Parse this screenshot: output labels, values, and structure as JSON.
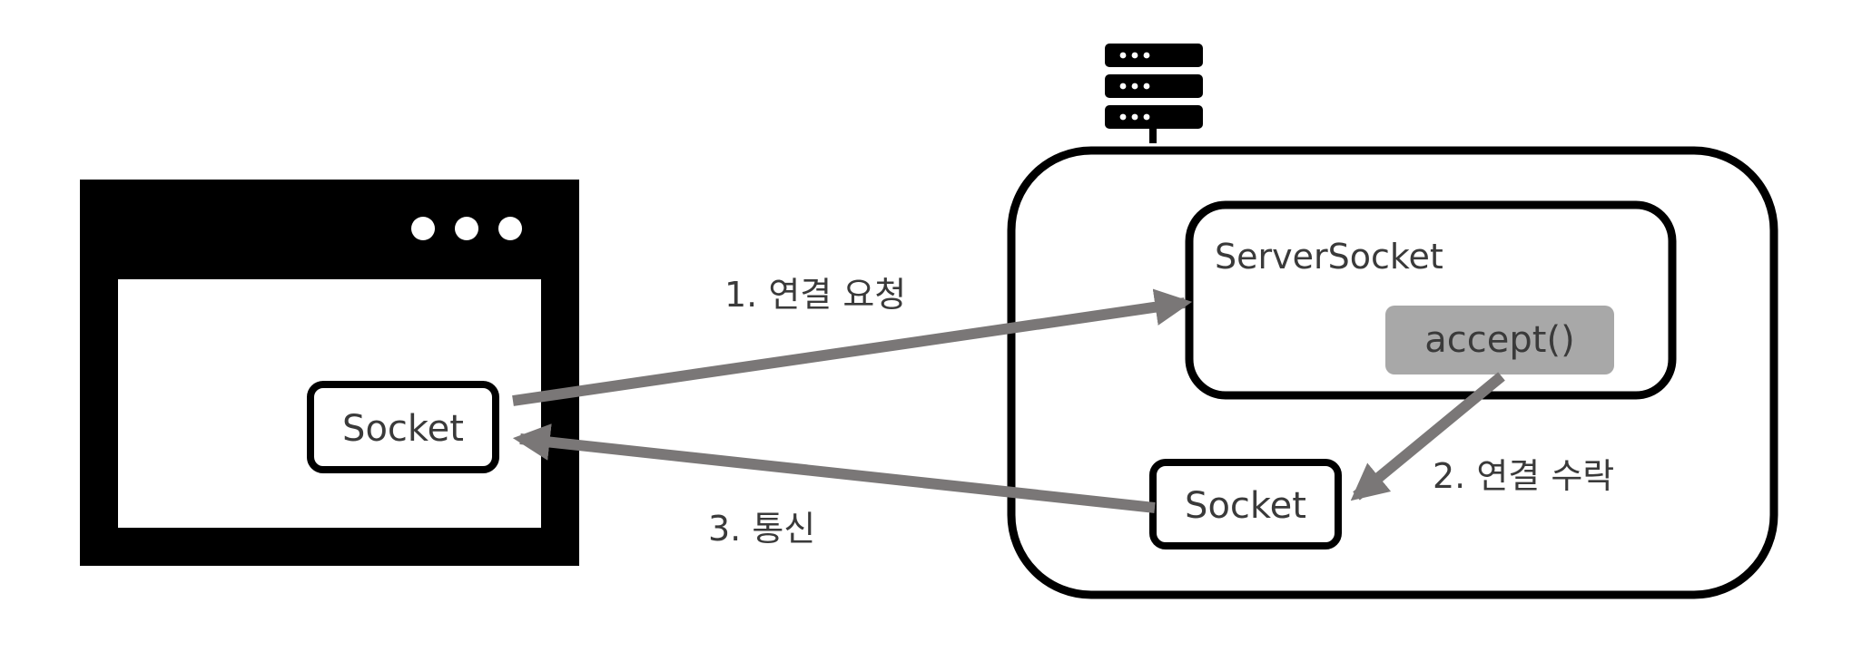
{
  "client": {
    "socket_label": "Socket"
  },
  "server": {
    "server_socket_label": "ServerSocket",
    "accept_label": "accept()",
    "socket_label": "Socket"
  },
  "steps": {
    "request": "1. 연결 요청",
    "accept": "2. 연결 수락",
    "communicate": "3. 통신"
  },
  "colors": {
    "frame": "#000000",
    "arrow": "#7a7777",
    "accept_fill": "#a8a8a8",
    "text": "#3a3a3a"
  }
}
